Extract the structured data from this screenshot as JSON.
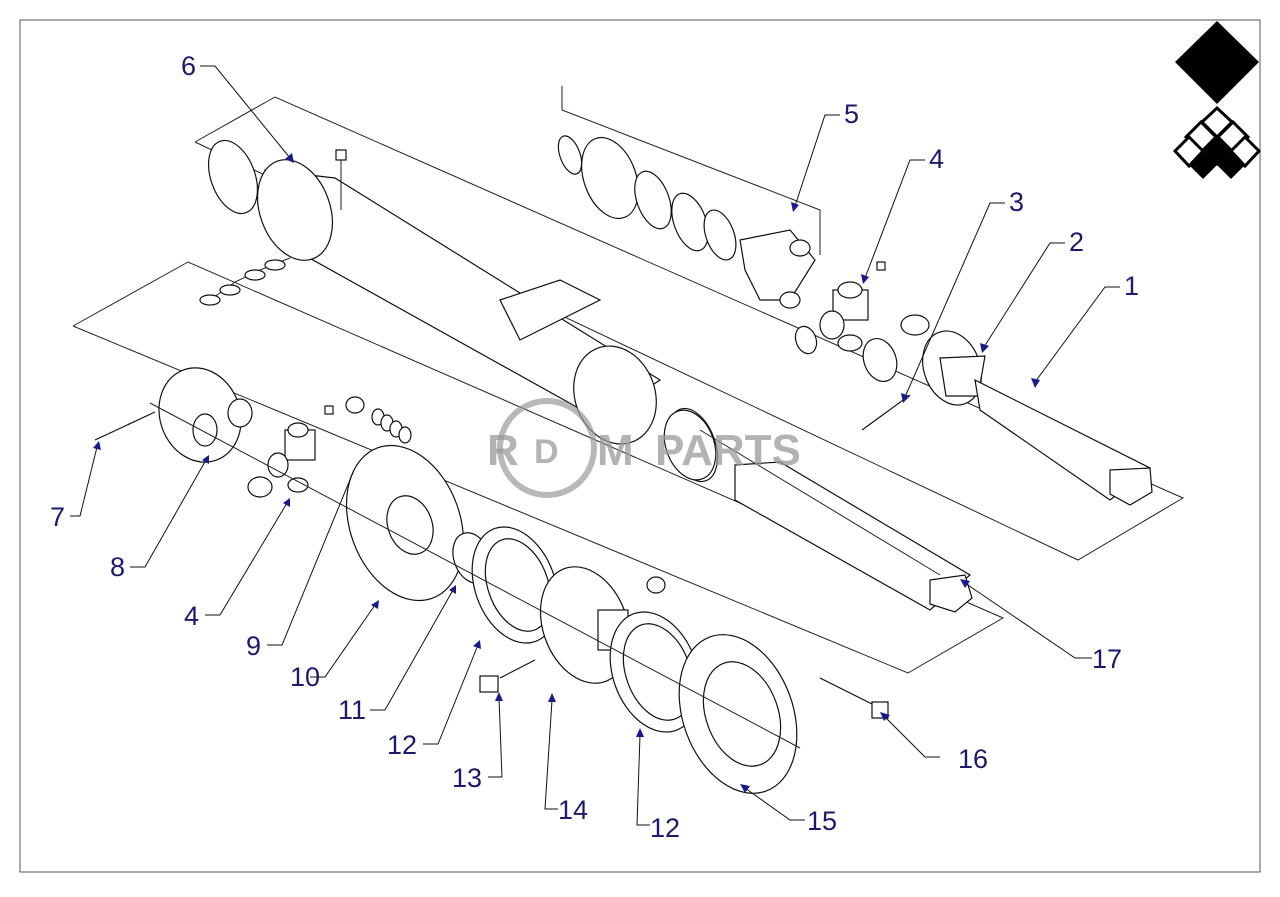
{
  "diagram": {
    "callouts": [
      "1",
      "2",
      "3",
      "4",
      "5",
      "6",
      "7",
      "8",
      "4",
      "9",
      "10",
      "11",
      "12",
      "13",
      "14",
      "12",
      "15",
      "16",
      "17"
    ]
  },
  "watermark": {
    "left": "R",
    "center": "D",
    "right": "M",
    "brand": "PARTS"
  },
  "colors": {
    "callout": "#1a1a6e",
    "arrow": "#1a1a8a",
    "line": "#111111",
    "watermark": "#9a9a9a"
  },
  "logo": {
    "icon": "diamond-logo-icon"
  }
}
